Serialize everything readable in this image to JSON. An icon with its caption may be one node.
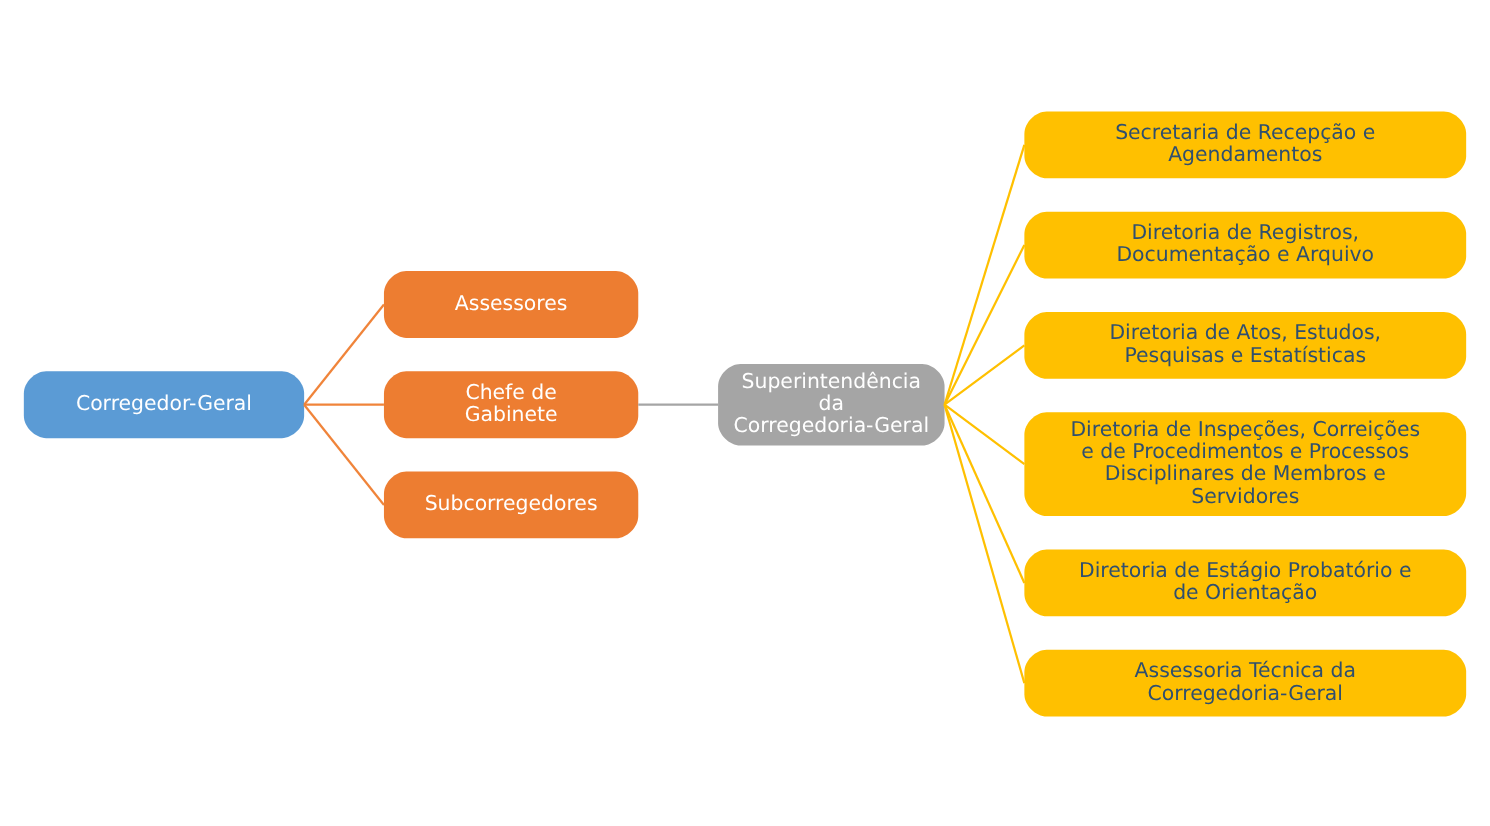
{
  "diagram": {
    "nodes": [
      {
        "text": [
          "Corregedor-Geral"
        ]
      },
      {
        "text": [
          "Assessores"
        ]
      },
      {
        "text": [
          "Chefe de Gabinete"
        ]
      },
      {
        "text": [
          "Subcorregedores"
        ]
      },
      {
        "text": [
          "Superintendência da Corregedoria-Geral"
        ]
      },
      {
        "text": [
          "Secretaria de Recepção e Agendamentos"
        ]
      },
      {
        "text": [
          "Diretoria de Registros, Documentação e Arquivo"
        ]
      },
      {
        "text": [
          "Diretoria de Atos, Estudos, Pesquisas e Estatísticas"
        ]
      },
      {
        "text": [
          "Diretoria de Inspeções, Correições e de Procedimentos e Processos Disciplinares de Membros e Servidores"
        ]
      },
      {
        "text": [
          "Diretoria de Estágio Probatório e de Orientação"
        ]
      },
      {
        "text": [
          "Assessoria Técnica da Corregedoria-Geral"
        ]
      }
    ],
    "edges": [
      {
        "from": 0,
        "to": 1,
        "arrow": "none",
        "color": "#f0843a"
      },
      {
        "from": 0,
        "to": 2,
        "arrow": "none",
        "color": "#f0843a"
      },
      {
        "from": 0,
        "to": 3,
        "arrow": "none",
        "color": "#f0843a"
      },
      {
        "from": 2,
        "to": 4,
        "arrow": "none",
        "color": "#a5a5a5"
      },
      {
        "from": 4,
        "to": 5,
        "arrow": "none"
      },
      {
        "from": 4,
        "to": 6,
        "arrow": "none"
      },
      {
        "from": 4,
        "to": 7,
        "arrow": "none"
      },
      {
        "from": 4,
        "to": 8,
        "arrow": "none"
      },
      {
        "from": 4,
        "to": 9,
        "arrow": "none"
      },
      {
        "from": 4,
        "to": 10,
        "arrow": "none"
      }
    ]
  }
}
